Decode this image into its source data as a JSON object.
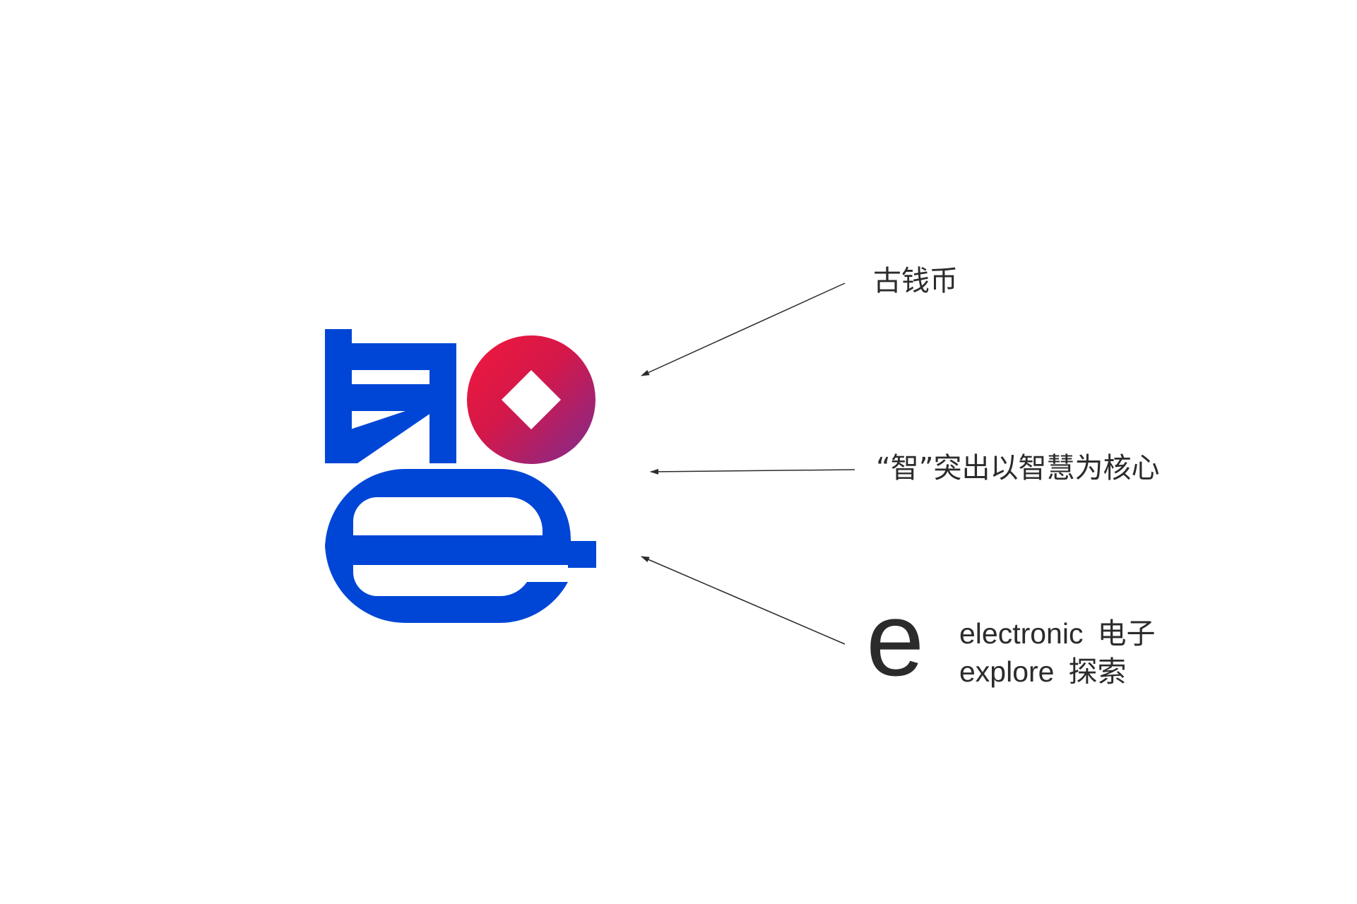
{
  "colors": {
    "brand_blue": "#0046d6",
    "coin_gradient_start": "#f2173b",
    "coin_gradient_end": "#8d2a8a",
    "text": "#2b2b2b",
    "arrow": "#2b2b2b"
  },
  "annotations": {
    "coin_label": "古钱币",
    "core_label": "“智”突出以智慧为核心",
    "e_letter": "e",
    "e_meanings": [
      {
        "word": "electronic",
        "meaning": "电子"
      },
      {
        "word": "explore",
        "meaning": "探索"
      }
    ]
  }
}
